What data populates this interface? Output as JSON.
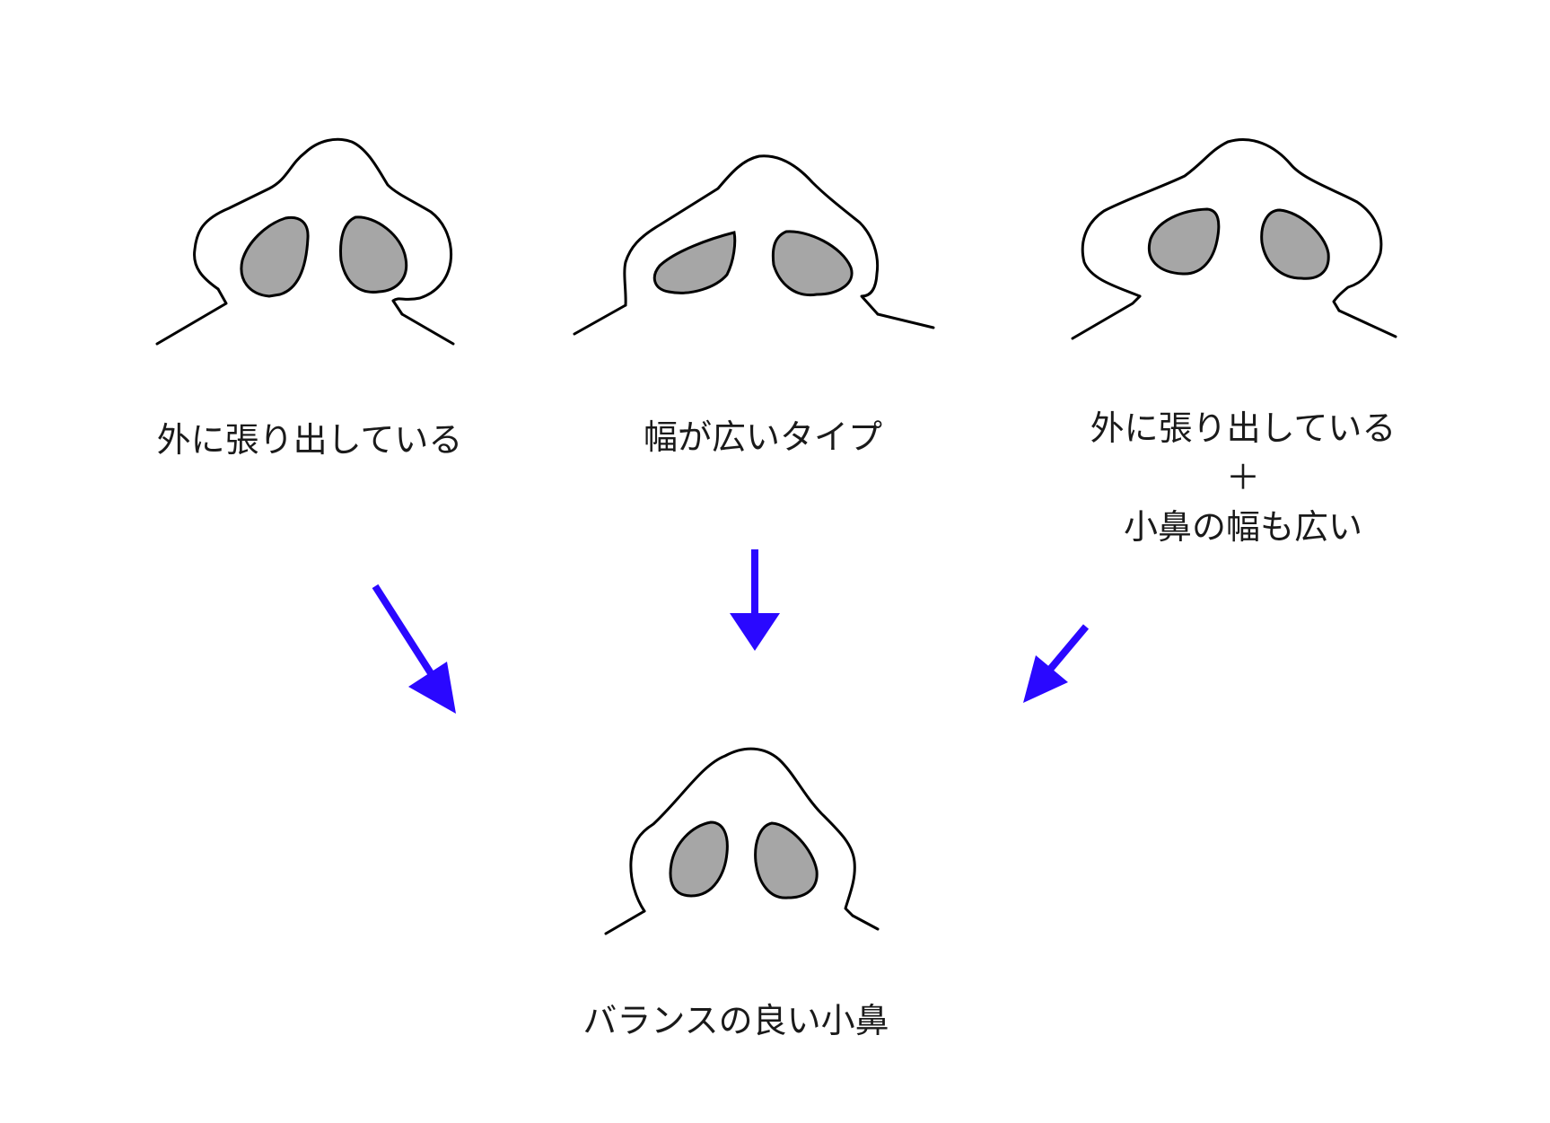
{
  "colors": {
    "arrow": "#2a08ff",
    "nostril": "#a6a6a6",
    "outline": "#000000",
    "text": "#1a1a1a"
  },
  "labels": {
    "left": "外に張り出している",
    "center": "幅が広いタイプ",
    "right_line1": "外に張り出している",
    "right_line2": "＋",
    "right_line3": "小鼻の幅も広い",
    "result": "バランスの良い小鼻"
  }
}
